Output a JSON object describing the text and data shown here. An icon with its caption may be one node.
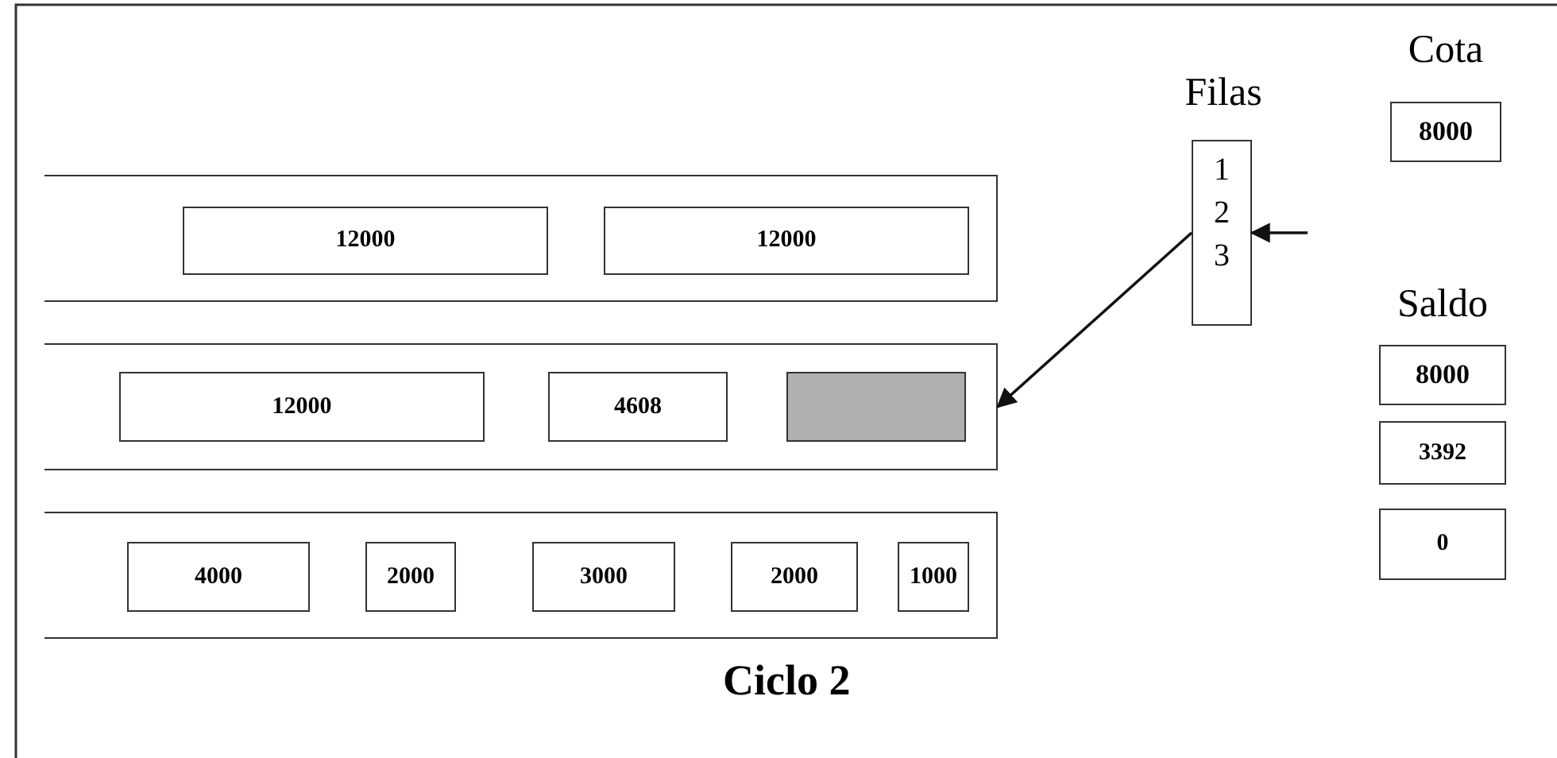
{
  "diagram": {
    "caption": "Ciclo 2",
    "nodes": [
      {
        "text": [],
        "shape": "box"
      },
      {
        "text": [
          "12000"
        ],
        "in": 0
      },
      {
        "text": [
          "12000"
        ],
        "in": 0
      },
      {
        "text": [],
        "shape": "box"
      },
      {
        "text": [
          "12000"
        ],
        "in": 3
      },
      {
        "text": [
          "4608"
        ],
        "in": 3
      },
      {
        "text": [],
        "shape": "box",
        "in": 3
      },
      {
        "text": [],
        "shape": "box"
      },
      {
        "text": [
          "4000"
        ],
        "in": 7
      },
      {
        "text": [
          "2000"
        ],
        "in": 7
      },
      {
        "text": [
          "3000"
        ],
        "in": 7
      },
      {
        "text": [
          "2000"
        ],
        "in": 7
      },
      {
        "text": [
          "1000"
        ],
        "in": 7
      },
      {
        "text": [
          "Filas",
          "1",
          "2",
          "3"
        ]
      },
      {
        "text": [
          "Cota",
          "8000"
        ]
      },
      {
        "text": [
          "Saldo",
          "8000"
        ]
      },
      {
        "text": [
          "3392"
        ]
      },
      {
        "text": [
          "0"
        ]
      }
    ],
    "edges": [
      {
        "from": 13,
        "to": 3,
        "arrow": "to"
      },
      {
        "from": null,
        "to": 13,
        "arrow": "to"
      }
    ]
  }
}
